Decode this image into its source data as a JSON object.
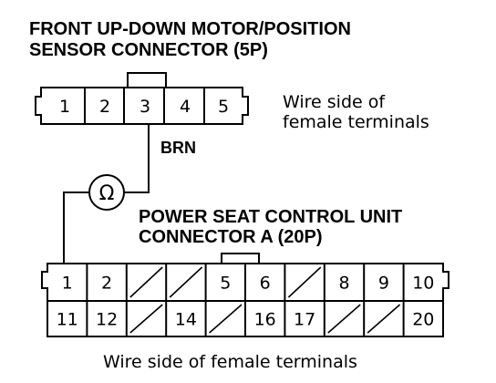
{
  "connector_5p": {
    "title_line1": "FRONT UP-DOWN MOTOR/POSITION",
    "title_line2": "SENSOR CONNECTOR (5P)",
    "pins": [
      "1",
      "2",
      "3",
      "4",
      "5"
    ],
    "view_note_line1": "Wire side of",
    "view_note_line2": "female terminals"
  },
  "wire": {
    "color_label": "BRN",
    "meter_symbol": "Ω"
  },
  "connector_20p": {
    "title_line1": "POWER SEAT CONTROL UNIT",
    "title_line2": "CONNECTOR A (20P)",
    "row1": [
      "1",
      "2",
      "",
      "",
      "5",
      "6",
      "",
      "8",
      "9",
      "10"
    ],
    "row2": [
      "11",
      "12",
      "",
      "14",
      "",
      "16",
      "17",
      "",
      "",
      "20"
    ],
    "view_note": "Wire side of female terminals"
  }
}
